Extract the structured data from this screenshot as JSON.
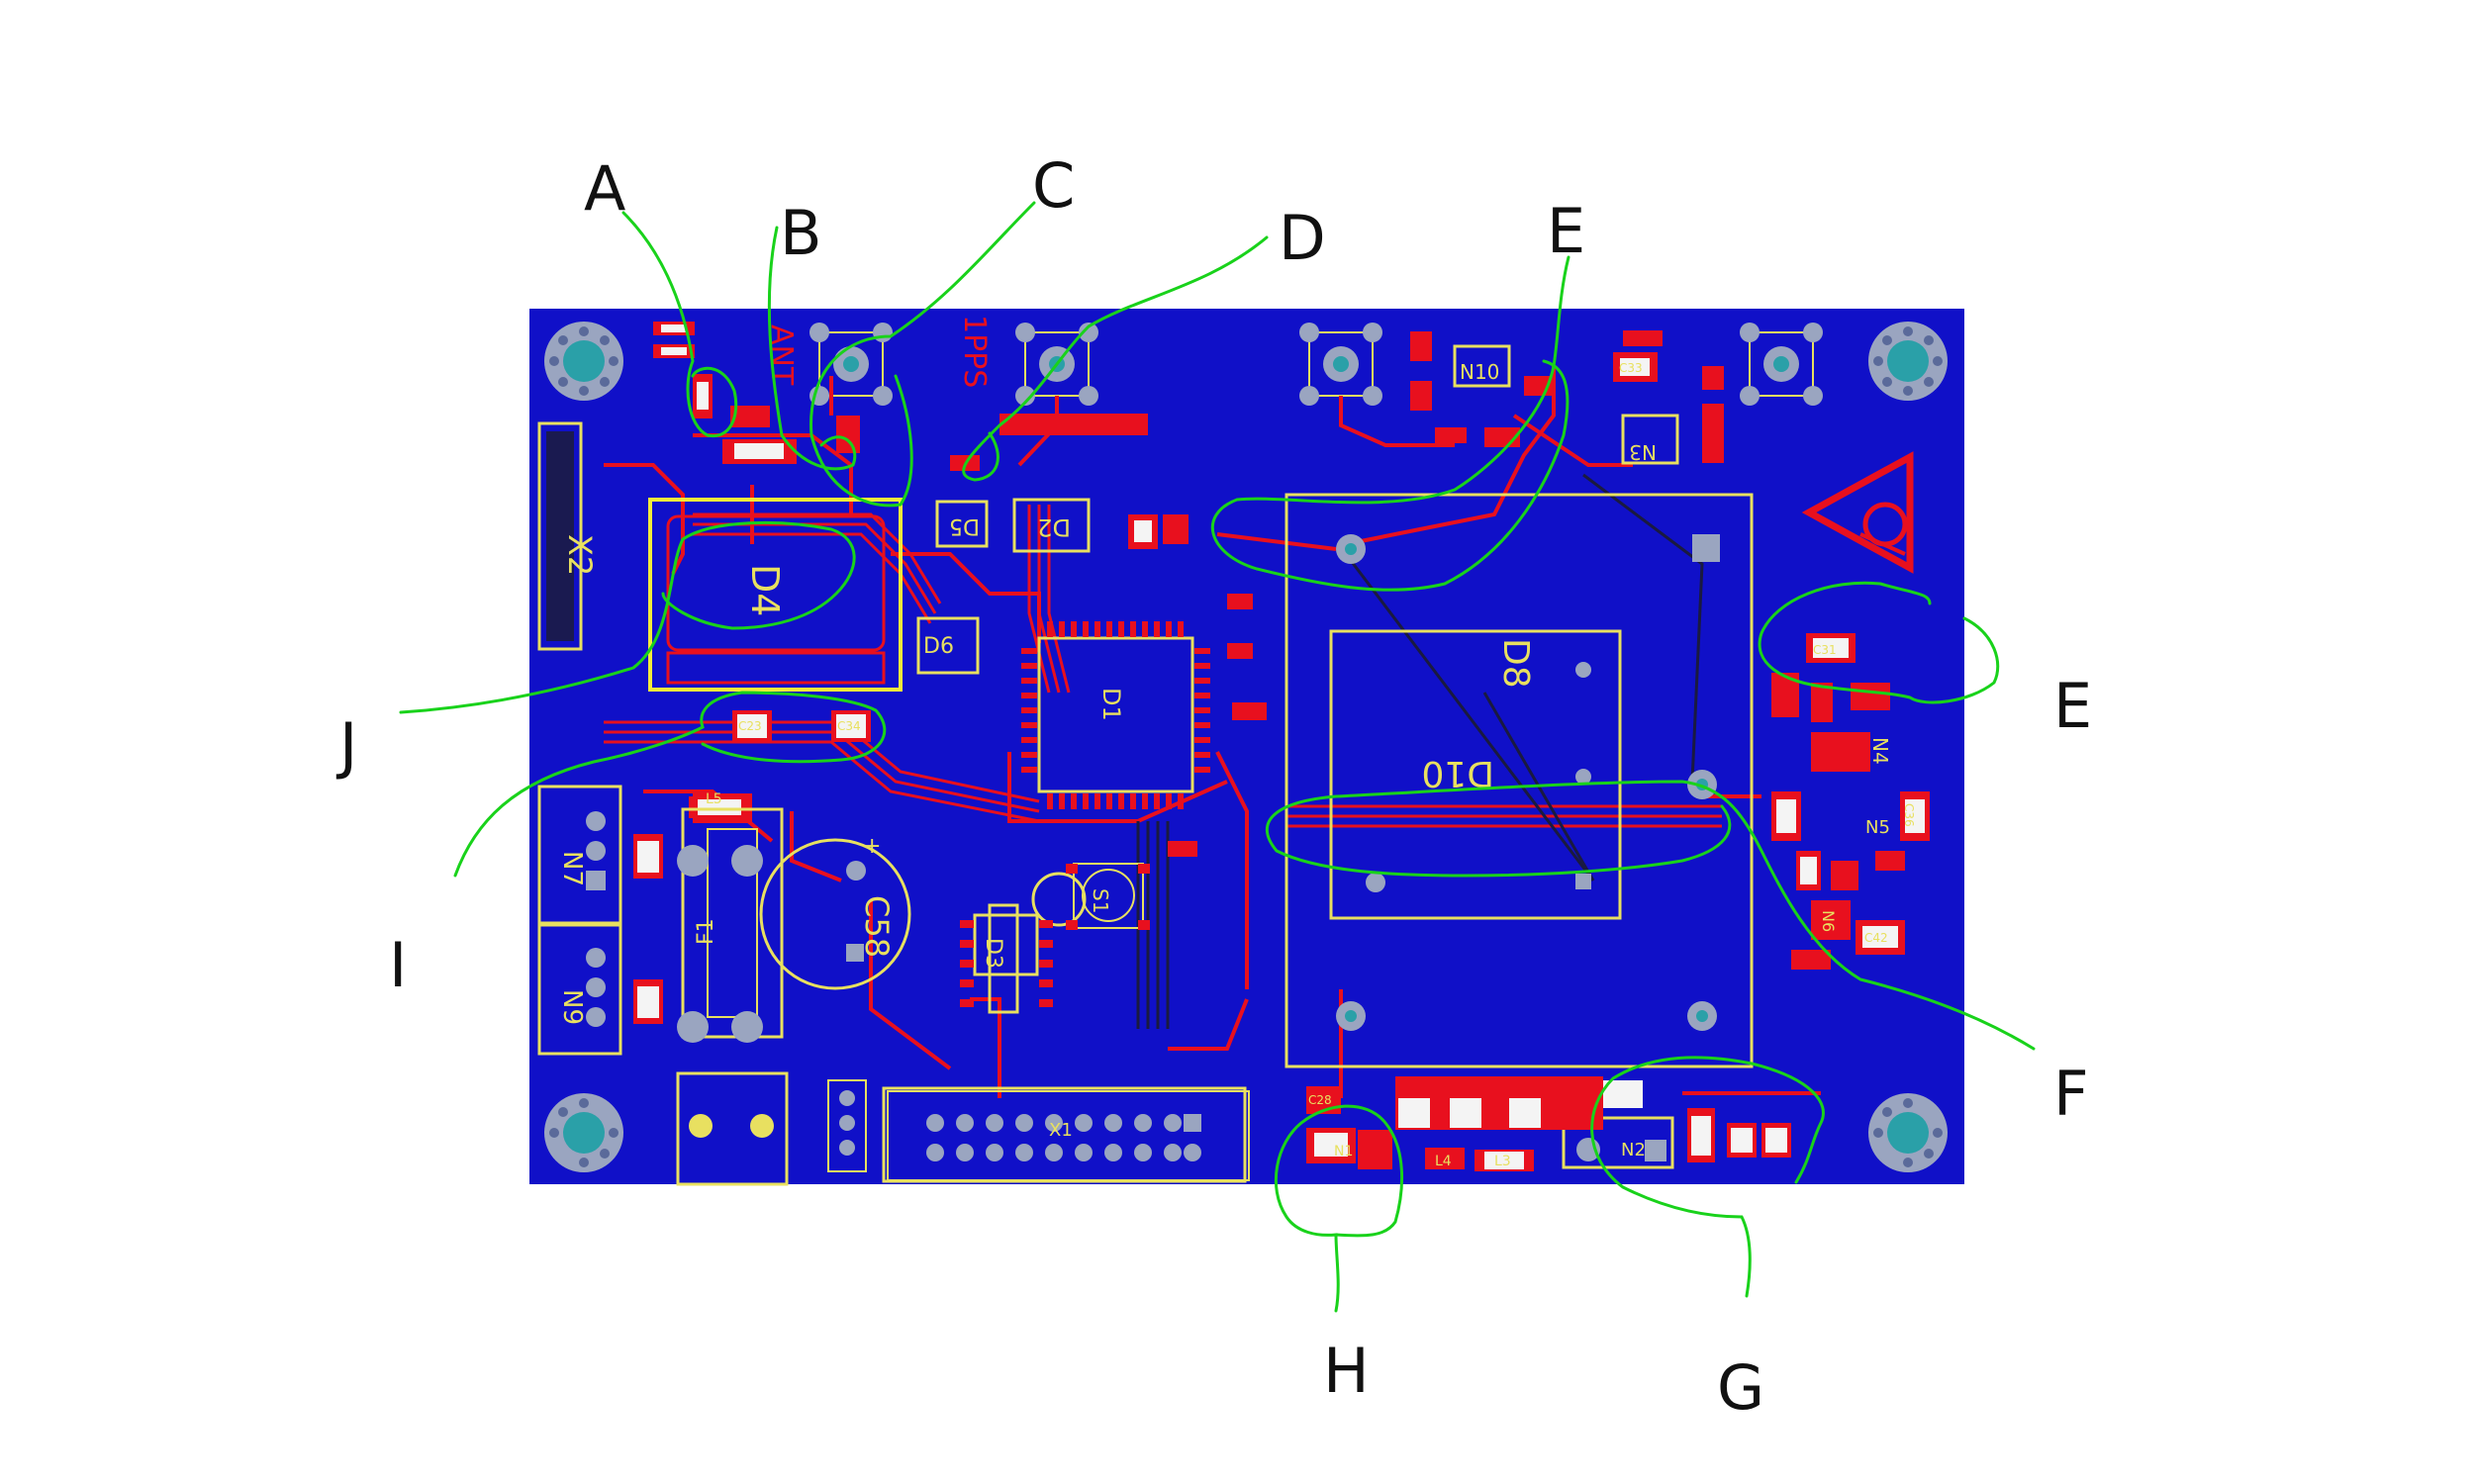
{
  "colors": {
    "board": "#1010c8",
    "copper": "#e8101e",
    "silk": "#e8e060",
    "pad": "#8f9fb6",
    "marker": "#19d21b",
    "highlight_box": "#f4ec3a"
  },
  "callouts": [
    "A",
    "B",
    "C",
    "D",
    "E",
    "E",
    "F",
    "G",
    "H",
    "I",
    "J"
  ],
  "silkscreen": {
    "x2": "X2",
    "d4": "D4",
    "d5": "D5",
    "d2": "D2",
    "d6": "D6",
    "d1": "D1",
    "d8": "D8",
    "d10": "D10",
    "d3": "D3",
    "s1": "S1",
    "c58": "C58",
    "f1": "F1",
    "n7": "N7",
    "n9": "N9",
    "n10": "N10",
    "n3": "N3",
    "n4": "N4",
    "n5": "N5",
    "n6": "N6",
    "n1": "N1",
    "n2": "N2",
    "x1": "X1",
    "l5": "L5",
    "l3": "L3",
    "l4": "L4",
    "ant": "ANT",
    "pps": "1PPS",
    "c23": "C23",
    "c34": "C34",
    "c31": "C31",
    "c33": "C33",
    "c42": "C42",
    "c28": "C28",
    "c36": "C36",
    "plus": "+"
  }
}
